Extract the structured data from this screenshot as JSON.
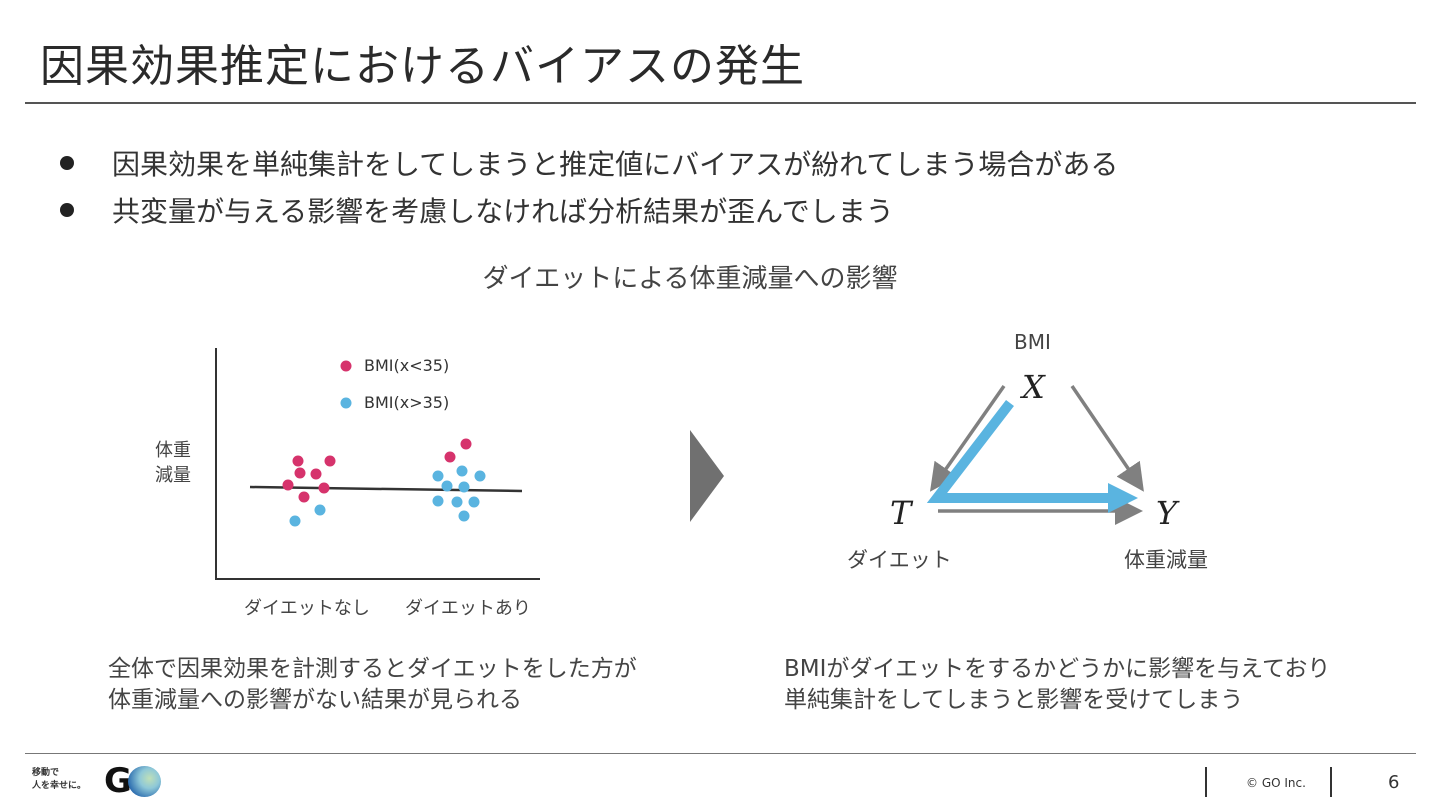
{
  "title": "因果効果推定におけるバイアスの発生",
  "bullets": [
    "因果効果を単純集計をしてしまうと推定値にバイアスが紛れてしまう場合がある",
    "共変量が与える影響を考慮しなければ分析結果が歪んでしまう"
  ],
  "subtitle": "ダイエットによる体重減量への影響",
  "scatter": {
    "ylabel_line1": "体重",
    "ylabel_line2": "減量",
    "xcategories": [
      "ダイエットなし",
      "ダイエットあり"
    ],
    "legend": [
      {
        "label": "BMI(x<35)",
        "color": "#d6336c"
      },
      {
        "label": "BMI(x>35)",
        "color": "#5ab4e0"
      }
    ]
  },
  "dag": {
    "top_label": "BMI",
    "x_symbol": "X",
    "t_symbol": "T",
    "y_symbol": "Y",
    "t_label": "ダイエット",
    "y_label": "体重減量",
    "highlight_color": "#5ab4e0",
    "arrow_color": "#808080"
  },
  "left_caption": [
    "全体で因果効果を計測するとダイエットをした方が",
    "体重減量への影響がない結果が見られる"
  ],
  "right_caption": [
    "BMIがダイエットをするかどうかに影響を与えており",
    "単純集計をしてしまうと影響を受けてしまう"
  ],
  "footer": {
    "logo_tagline_1": "移動で",
    "logo_tagline_2": "人を幸せに。",
    "logo_text": "GO",
    "copyright": "© GO Inc.",
    "page_number": "6"
  }
}
